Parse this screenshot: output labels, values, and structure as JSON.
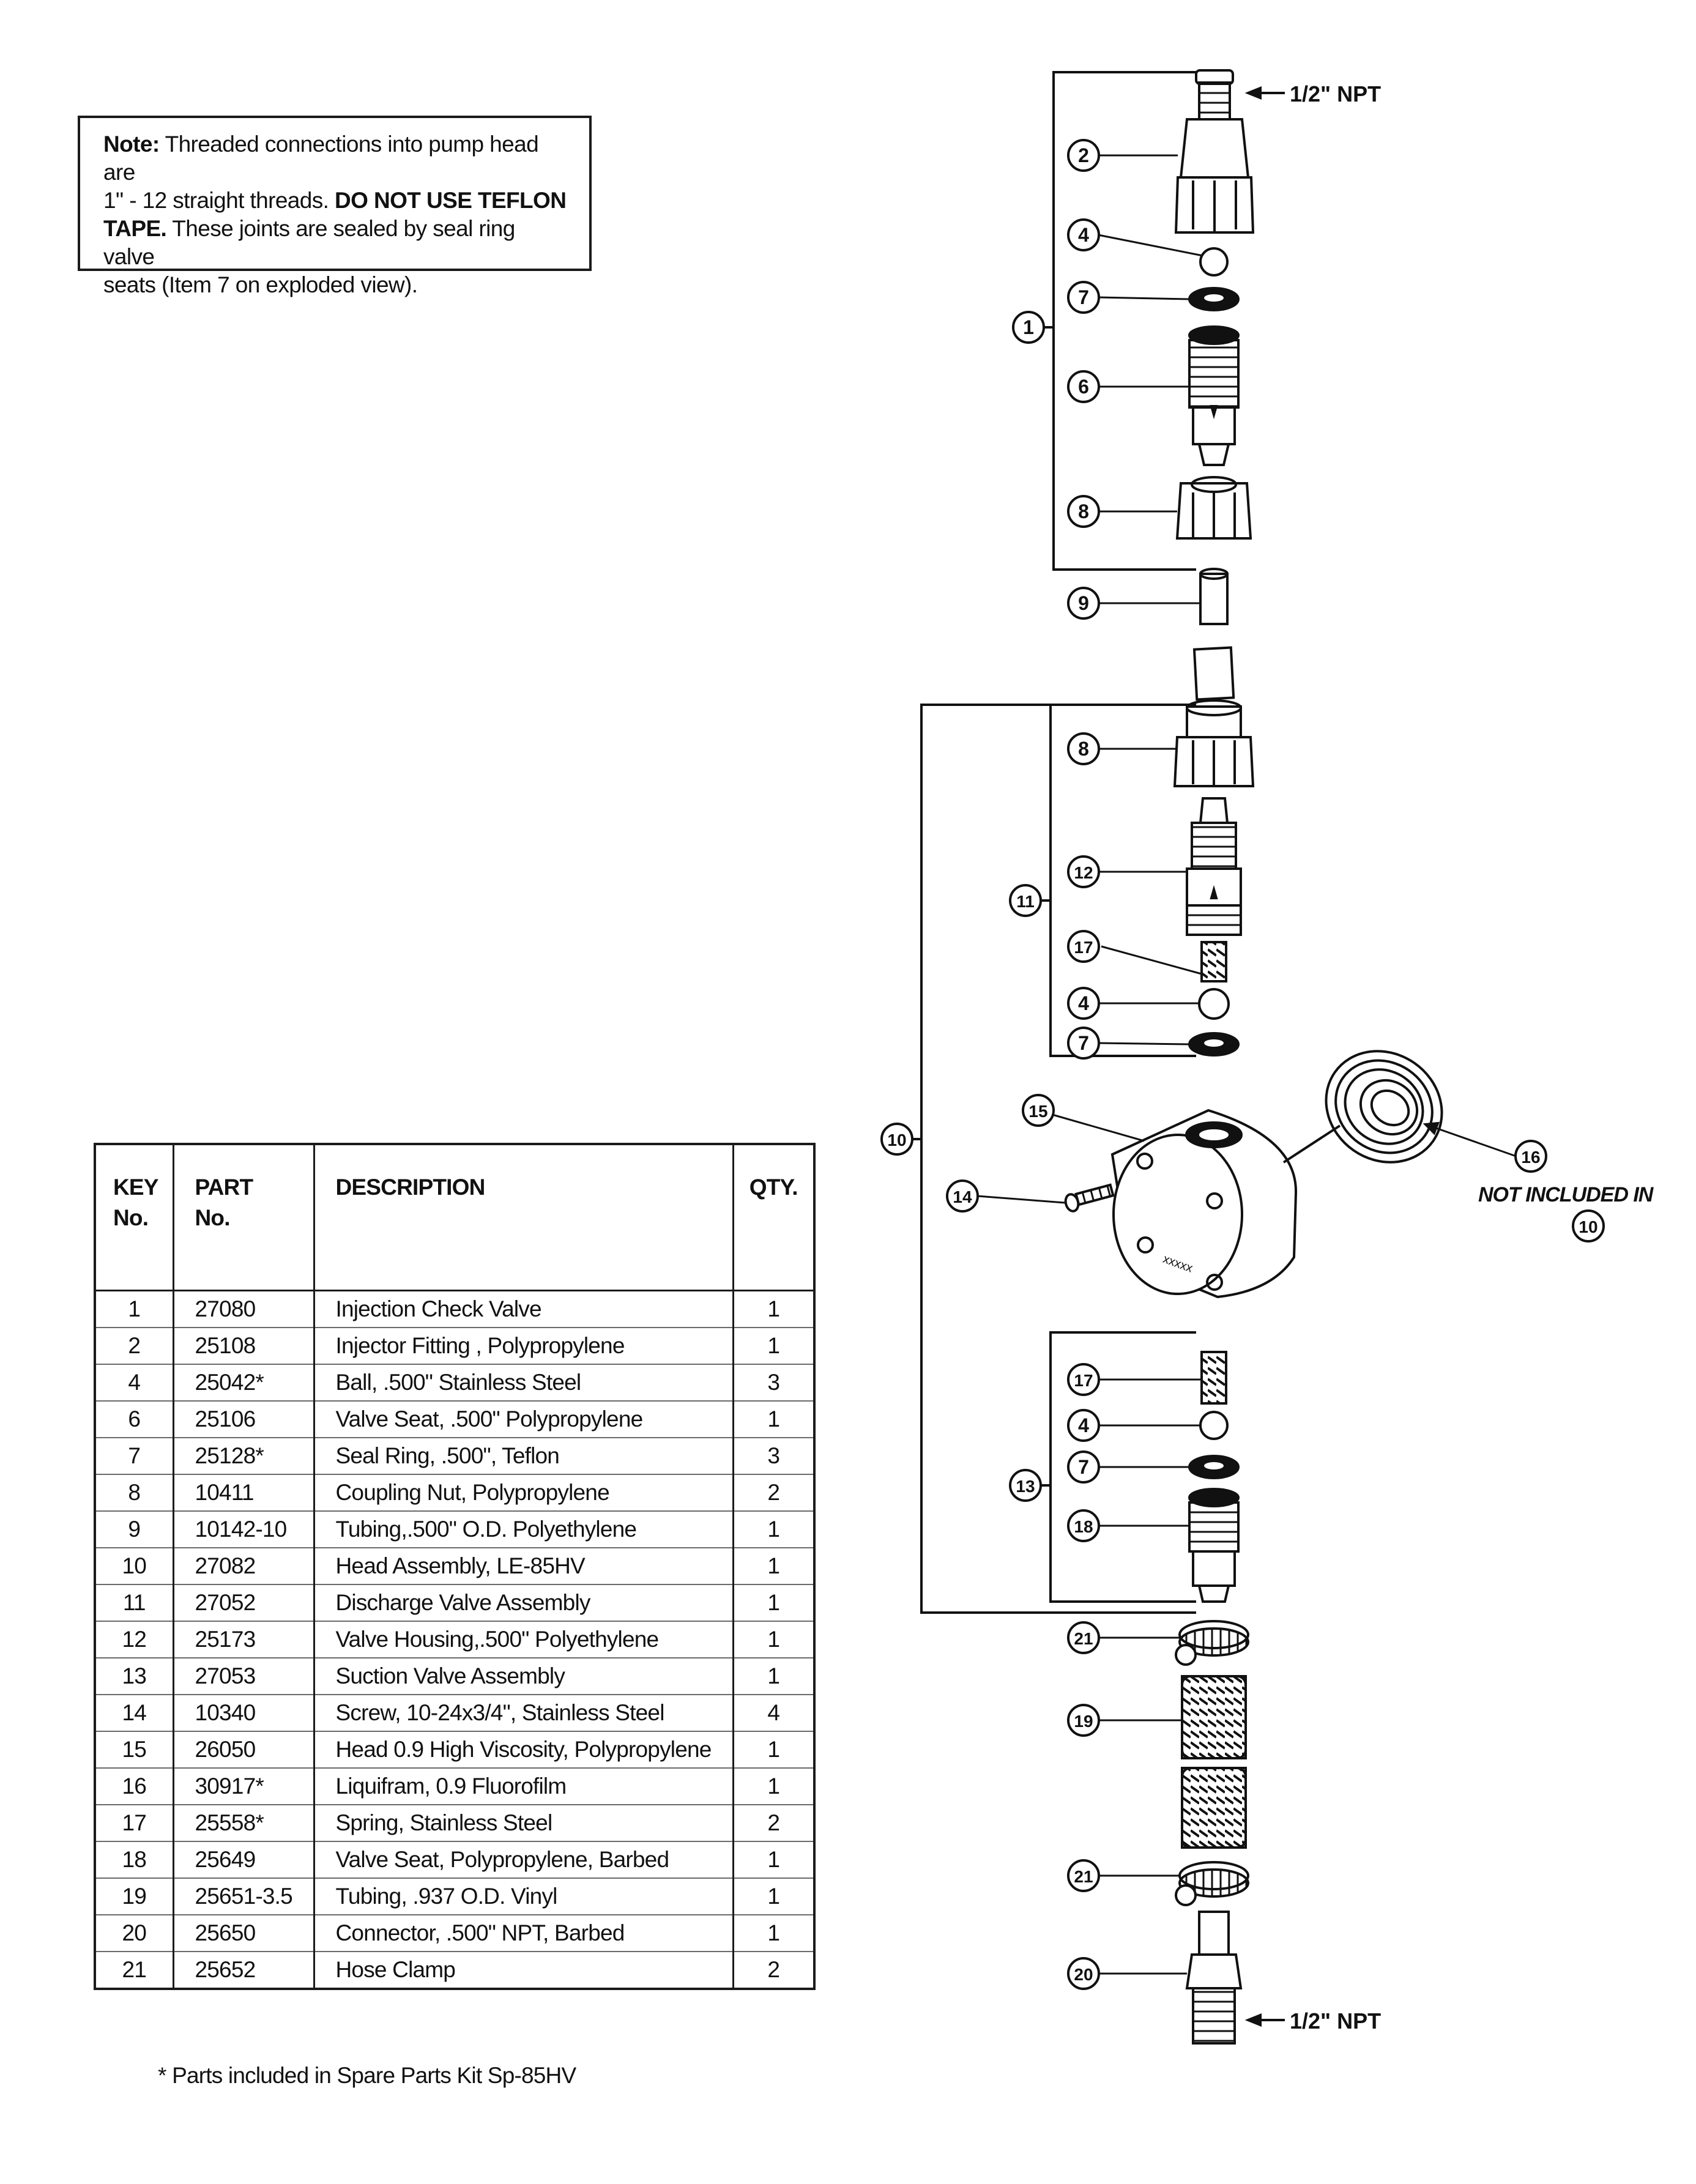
{
  "note": {
    "label": "Note:",
    "line1": "Threaded connections into pump head are",
    "line2a": "1\" - 12 straight threads.",
    "line2b": "DO NOT USE TEFLON",
    "line3a": "TAPE.",
    "line3b": "These joints are sealed by seal ring valve",
    "line4": "seats (Item 7 on exploded view)."
  },
  "table": {
    "headers": {
      "key": "KEY",
      "key2": "No.",
      "part": "PART",
      "part2": "No.",
      "desc": "DESCRIPTION",
      "qty": "QTY."
    },
    "rows": [
      {
        "key": "1",
        "part": "27080",
        "desc": "Injection Check Valve",
        "qty": "1"
      },
      {
        "key": "2",
        "part": "25108",
        "desc": "Injector Fitting , Polypropylene",
        "qty": "1"
      },
      {
        "key": "4",
        "part": "25042*",
        "desc": "Ball, .500\" Stainless Steel",
        "qty": "3"
      },
      {
        "key": "6",
        "part": "25106",
        "desc": "Valve Seat, .500\" Polypropylene",
        "qty": "1"
      },
      {
        "key": "7",
        "part": "25128*",
        "desc": "Seal Ring, .500\", Teflon",
        "qty": "3"
      },
      {
        "key": "8",
        "part": "10411",
        "desc": "Coupling Nut, Polypropylene",
        "qty": "2"
      },
      {
        "key": "9",
        "part": "10142-10",
        "desc": "Tubing,.500\" O.D. Polyethylene",
        "qty": "1"
      },
      {
        "key": "10",
        "part": "27082",
        "desc": "Head Assembly, LE-85HV",
        "qty": "1"
      },
      {
        "key": "11",
        "part": "27052",
        "desc": "Discharge Valve Assembly",
        "qty": "1"
      },
      {
        "key": "12",
        "part": "25173",
        "desc": "Valve Housing,.500\" Polyethylene",
        "qty": "1"
      },
      {
        "key": "13",
        "part": "27053",
        "desc": "Suction Valve Assembly",
        "qty": "1"
      },
      {
        "key": "14",
        "part": "10340",
        "desc": "Screw, 10-24x3/4\", Stainless Steel",
        "qty": "4"
      },
      {
        "key": "15",
        "part": "26050",
        "desc": "Head 0.9 High Viscosity, Polypropylene",
        "qty": "1"
      },
      {
        "key": "16",
        "part": "30917*",
        "desc": "Liquifram, 0.9 Fluorofilm",
        "qty": "1"
      },
      {
        "key": "17",
        "part": "25558*",
        "desc": "Spring, Stainless Steel",
        "qty": "2"
      },
      {
        "key": "18",
        "part": "25649",
        "desc": "Valve Seat, Polypropylene, Barbed",
        "qty": "1"
      },
      {
        "key": "19",
        "part": "25651-3.5",
        "desc": "Tubing, .937 O.D. Vinyl",
        "qty": "1"
      },
      {
        "key": "20",
        "part": "25650",
        "desc": "Connector, .500\" NPT, Barbed",
        "qty": "1"
      },
      {
        "key": "21",
        "part": "25652",
        "desc": "Hose Clamp",
        "qty": "2"
      }
    ]
  },
  "footnote": "*  Parts included in Spare Parts Kit Sp-85HV",
  "diagram": {
    "npt_top": "1/2\" NPT",
    "npt_bottom": "1/2\" NPT",
    "not_included": "NOT INCLUDED IN",
    "head_stamp": "xxxxx",
    "callouts": {
      "c2": "2",
      "c4a": "4",
      "c7a": "7",
      "c1": "1",
      "c6": "6",
      "c8a": "8",
      "c9": "9",
      "c8b": "8",
      "c12": "12",
      "c11": "11",
      "c17a": "17",
      "c4b": "4",
      "c7b": "7",
      "c15": "15",
      "c10": "10",
      "c14": "14",
      "c16": "16",
      "c10b": "10",
      "c17b": "17",
      "c4c": "4",
      "c7c": "7",
      "c13": "13",
      "c18": "18",
      "c21a": "21",
      "c19": "19",
      "c21b": "21",
      "c20": "20"
    }
  }
}
